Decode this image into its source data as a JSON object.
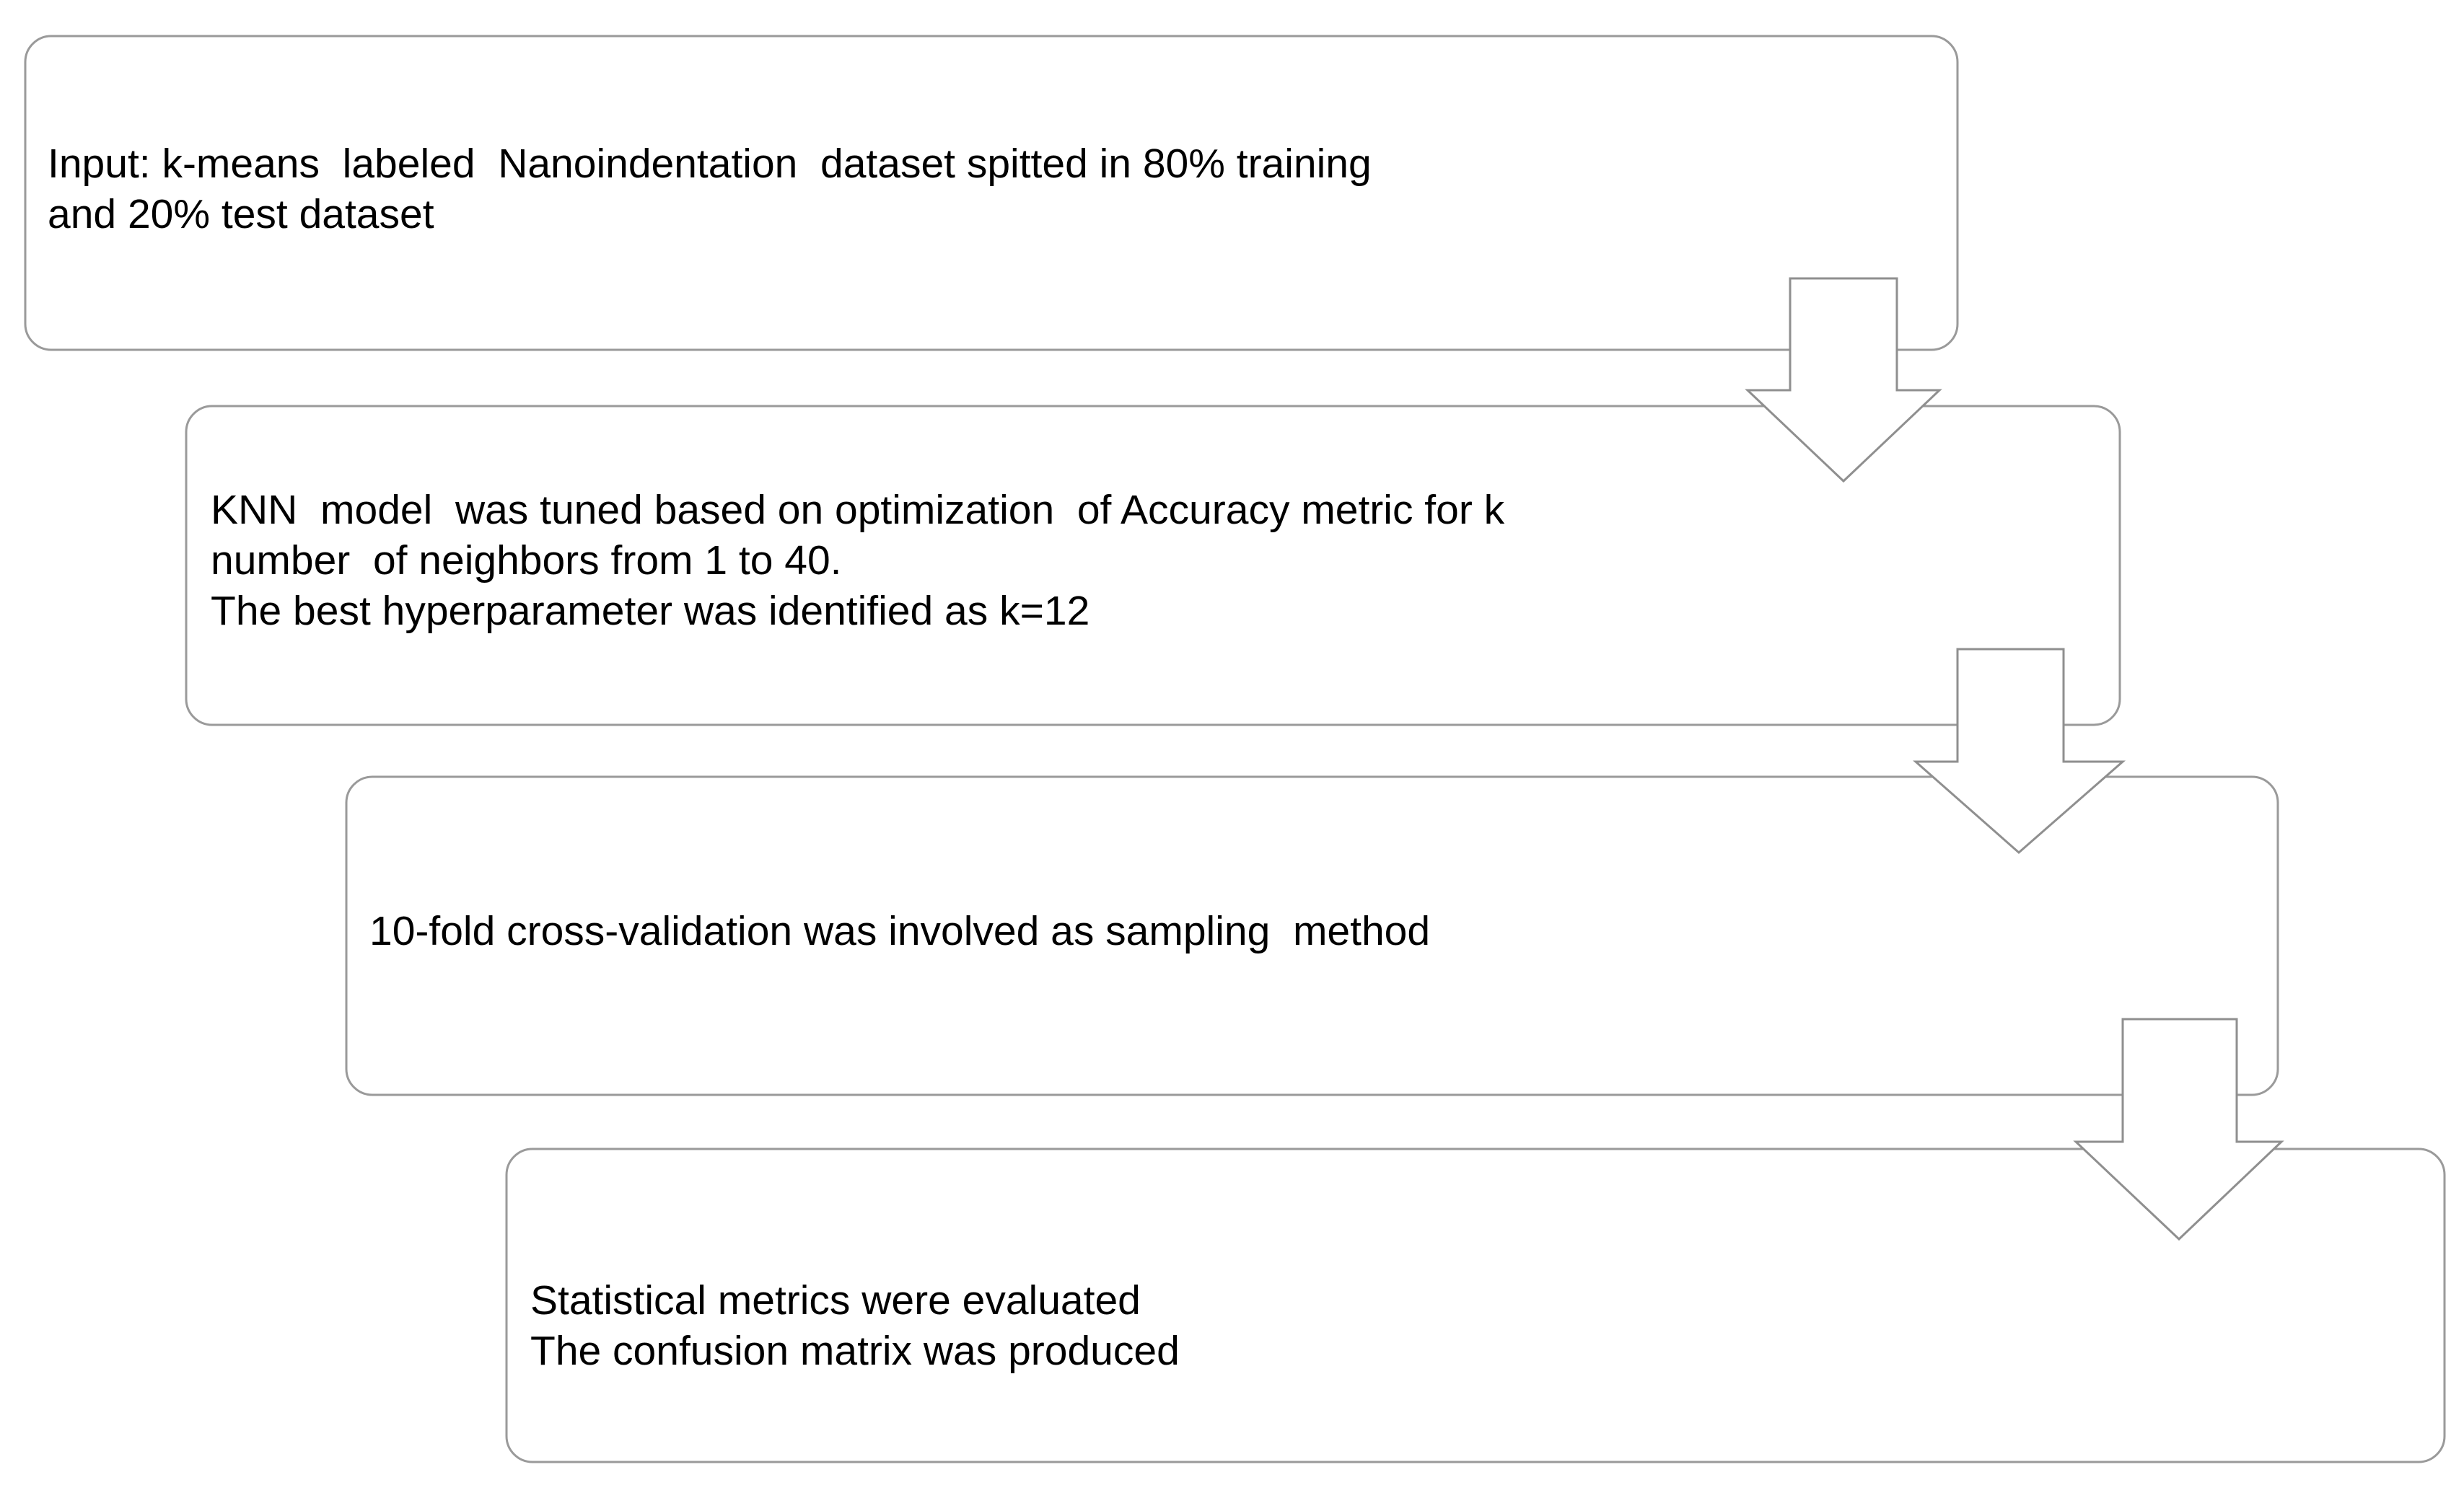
{
  "diagram": {
    "title": "KNN model workflow flowchart",
    "type": "flowchart",
    "orientation": "top-to-bottom",
    "colors": {
      "box_border": "#9a9a9a",
      "box_fill": "#ffffff",
      "arrow_border": "#8f8f8f",
      "arrow_fill": "#ffffff",
      "text": "#000000",
      "background": "#ffffff"
    },
    "steps": [
      {
        "id": "step-input",
        "name": "input-step",
        "text": "Input: k-means  labeled  Nanoindentation  dataset spitted in 80% training\nand 20% test dataset",
        "lines": [
          "Input: k-means  labeled  Nanoindentation  dataset spitted in 80% training",
          "and 20% test dataset"
        ]
      },
      {
        "id": "step-tuning",
        "name": "knn-tuning-step",
        "text": "KNN  model  was tuned based on optimization  of Accuracy metric for k\nnumber  of neighbors from 1 to 40.\nThe best hyperparameter was identified as k=12",
        "lines": [
          "KNN  model  was tuned based on optimization  of Accuracy metric for k",
          "number  of neighbors from 1 to 40.",
          "The best hyperparameter was identified as k=12"
        ]
      },
      {
        "id": "step-cross-validation",
        "name": "cross-validation-step",
        "text": "10-fold cross-validation was involved as sampling  method",
        "lines": [
          "10-fold cross-validation was involved as sampling  method"
        ]
      },
      {
        "id": "step-evaluation",
        "name": "evaluation-step",
        "text": "Statistical metrics were evaluated\nThe confusion matrix was produced",
        "lines": [
          "Statistical metrics were evaluated",
          "The confusion matrix was produced"
        ]
      }
    ],
    "connectors": [
      {
        "id": "arrow-1",
        "name": "arrow-input-to-tuning",
        "direction": "down"
      },
      {
        "id": "arrow-2",
        "name": "arrow-tuning-to-cross-validation",
        "direction": "down"
      },
      {
        "id": "arrow-3",
        "name": "arrow-cross-validation-to-evaluation",
        "direction": "down"
      }
    ]
  }
}
